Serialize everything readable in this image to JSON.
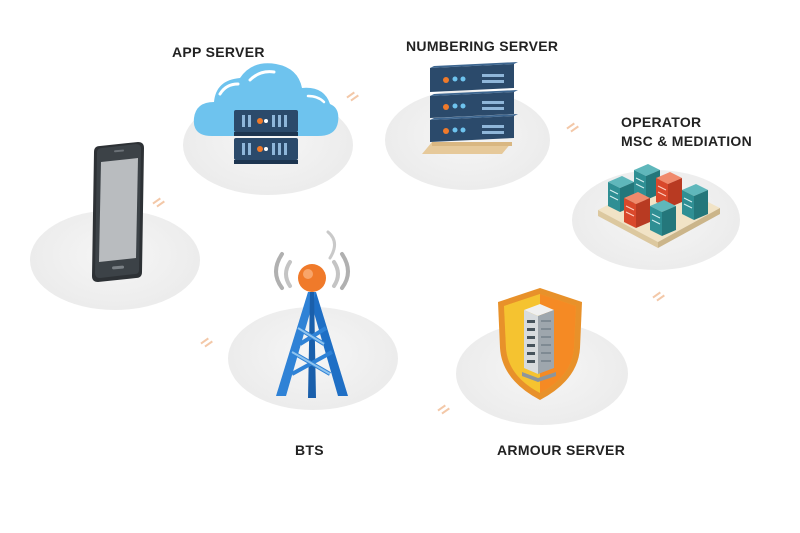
{
  "nodes": {
    "app_server": {
      "label": "APP SERVER"
    },
    "numbering_server": {
      "label": "NUMBERING SERVER"
    },
    "operator": {
      "label_line1": "OPERATOR",
      "label_line2": "MSC & MEDIATION"
    },
    "bts": {
      "label": "BTS"
    },
    "armour_server": {
      "label": "ARMOUR SERVER"
    }
  },
  "icons": {
    "phone": "smartphone-icon",
    "app_server": "cloud-server-icon",
    "numbering_server": "server-rack-icon",
    "operator": "data-center-icon",
    "bts": "cell-tower-icon",
    "armour_server": "shield-server-icon"
  },
  "colors": {
    "navy": "#2b4a6b",
    "cloud_blue": "#6ec3ee",
    "tower_blue": "#1f6fc5",
    "orange": "#f07a2a",
    "teal": "#2f8f94",
    "red": "#d9482b",
    "gold": "#f2a62e"
  }
}
